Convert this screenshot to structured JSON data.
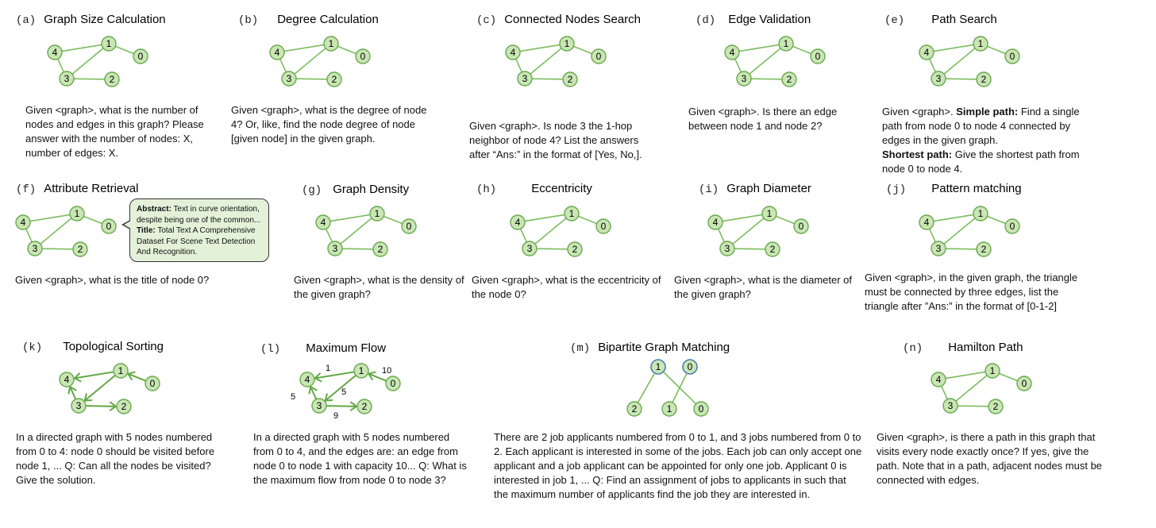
{
  "panels": [
    {
      "label": "(a)",
      "title": "Graph  Size Calculation",
      "text": "Given <graph>, what is the number of nodes and edges in this graph? Please answer with the number of nodes: X, number of edges: X."
    },
    {
      "label": "(b)",
      "title": "Degree Calculation",
      "text": "Given <graph>, what is the degree of node 4?  Or, like, find the node degree of node [given node] in the given graph."
    },
    {
      "label": "(c)",
      "title": "Connected Nodes Search",
      "text": "Given <graph>. Is node 3 the 1-hop neighbor of node 4? List the answers after “Ans:” in the format of [Yes, No,]."
    },
    {
      "label": "(d)",
      "title": "Edge Validation",
      "text": "Given <graph>. Is there an edge between node 1 and node 2?"
    },
    {
      "label": "(e)",
      "title": "Path Search",
      "text_intro": "Given <graph>. ",
      "simple_label": "Simple path:",
      "simple_text": " Find a single path from node 0 to node 4 connected by edges in the given graph.",
      "shortest_label": "Shortest path:",
      "shortest_text": " Give the shortest path from node 0 to node 4."
    },
    {
      "label": "(f)",
      "title": "Attribute Retrieval",
      "text": "Given <graph>, what is the title of node 0?",
      "callout": {
        "abstract_label": "Abstract:",
        "abstract_text": " Text in curve orientation, despite being one of the common...",
        "title_label": "Title:",
        "title_text": " Total Text A Comprehensive Dataset For Scene Text Detection And Recognition."
      }
    },
    {
      "label": "(g)",
      "title": "Graph Density",
      "text": "Given <graph>, what is the density of the given graph?"
    },
    {
      "label": "(h)",
      "title": "Eccentricity",
      "text": "Given <graph>, what is the eccentricity of the node 0?"
    },
    {
      "label": "(i)",
      "title": "Graph Diameter",
      "text": "Given <graph>, what is the diameter of the given graph?"
    },
    {
      "label": "(j)",
      "title": "Pattern matching",
      "text": "Given <graph>, in the given graph, the triangle must be connected by three edges, list the triangle after ”Ans:” in the format of [0-1-2]"
    },
    {
      "label": "(k)",
      "title": "Topological Sorting",
      "text": "In a directed graph with 5 nodes numbered from 0 to 4: node 0 should be visited before node 1, ... Q: Can all the nodes be visited? Give the solution."
    },
    {
      "label": "(l)",
      "title": "Maximum Flow",
      "text": "In a directed graph with 5 nodes numbered from 0 to 4, and the edges are: an edge from node 0 to node 1 with capacity 10... Q: What is the maximum flow from node 0 to node 3?",
      "weights": [
        "1",
        "10",
        "5",
        "5",
        "9"
      ]
    },
    {
      "label": "(m)",
      "title": "Bipartite Graph Matching",
      "text": "There are 2 job applicants numbered from 0 to 1, and 3 jobs numbered from 0 to 2. Each applicant is interested in some of the jobs. Each job can only accept one applicant and a job applicant can be appointed for only one job. Applicant 0 is interested in job 1, ... Q: Find an assignment of jobs to applicants in such that the maximum number of applicants find the job they are interested in."
    },
    {
      "label": "(n)",
      "title": "Hamilton Path",
      "text": "Given <graph>, is there a path in this graph that visits every node exactly once? If yes, give the path. Note that in a path, adjacent nodes must be connected with edges."
    }
  ],
  "node_labels": [
    "0",
    "1",
    "2",
    "3",
    "4"
  ],
  "bipartite": {
    "applicants": [
      "1",
      "0"
    ],
    "jobs": [
      "2",
      "1",
      "0"
    ]
  },
  "colors": {
    "node_fill": "#c9e6b4",
    "node_stroke": "#6aa84f",
    "edge": "#7cbd5e",
    "applicant_stroke": "#4a7fb5",
    "callout_bg": "#e3f1d9"
  }
}
